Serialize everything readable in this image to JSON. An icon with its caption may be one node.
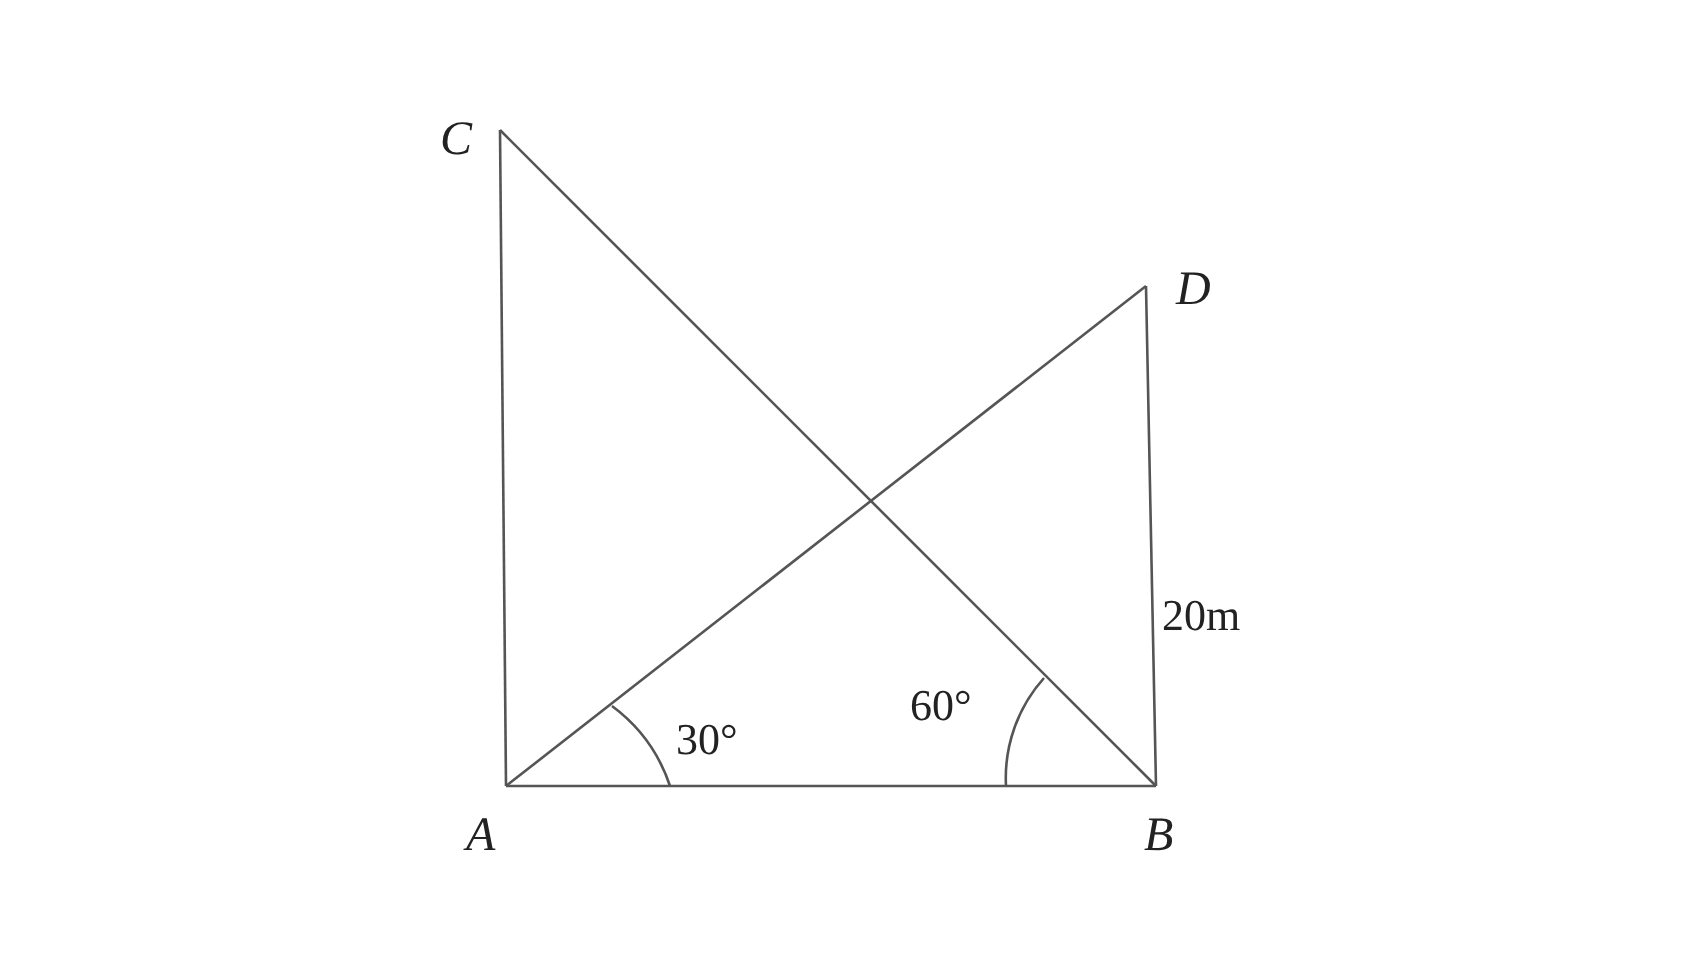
{
  "diagram": {
    "nodes": [
      {
        "text": [
          "C"
        ]
      },
      {
        "text": [
          "D"
        ]
      },
      {
        "text": [
          "A"
        ]
      },
      {
        "text": [
          "B"
        ]
      }
    ],
    "edges": [
      {
        "from": 2,
        "to": 0,
        "arrow": "none"
      },
      {
        "from": 2,
        "to": 3,
        "arrow": "none"
      },
      {
        "from": 2,
        "to": 1,
        "arrow": "none"
      },
      {
        "from": 0,
        "to": 3,
        "arrow": "none"
      },
      {
        "from": 3,
        "to": 1,
        "arrow": "none"
      }
    ],
    "labels": [
      "30°",
      "60°",
      "20m"
    ]
  }
}
